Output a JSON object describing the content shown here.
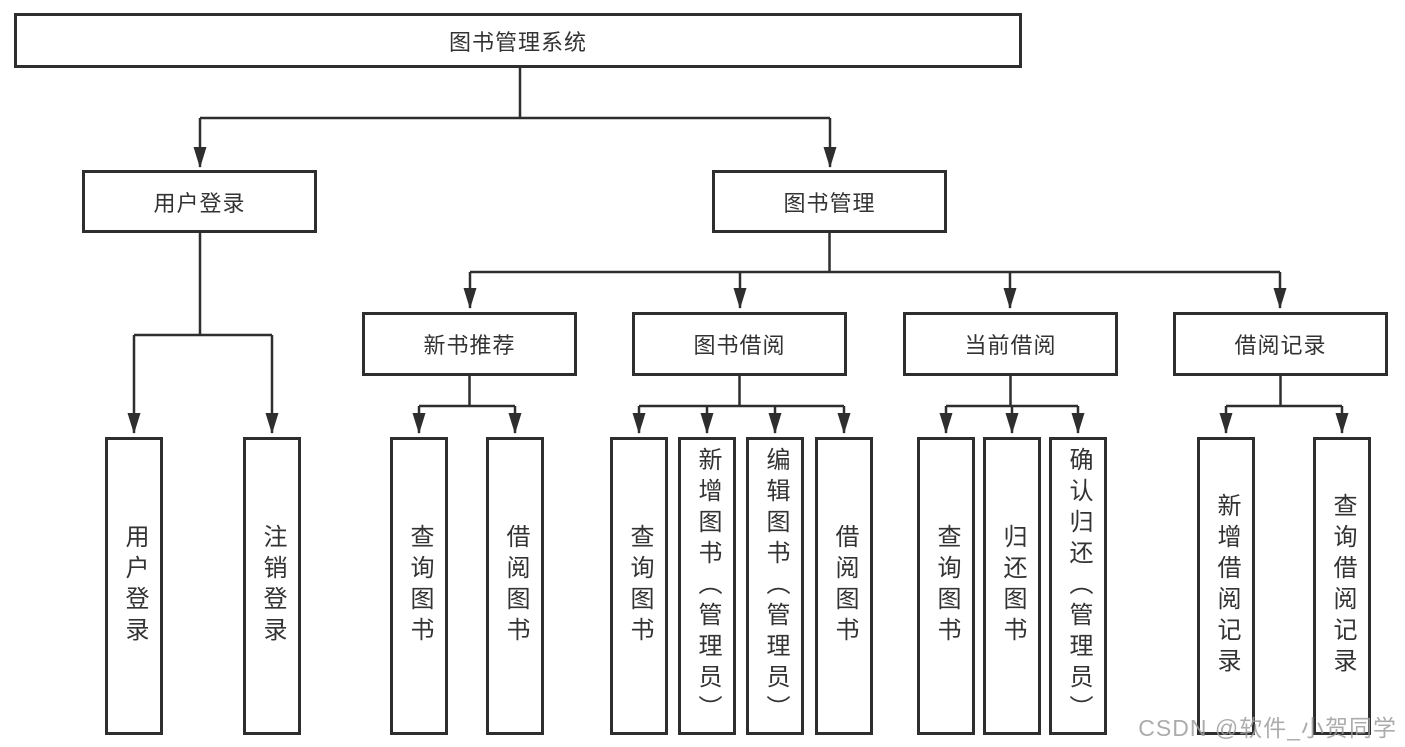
{
  "tree": {
    "root": "图书管理系统",
    "children": [
      {
        "label": "用户登录",
        "children": [
          {
            "label": "用户登录"
          },
          {
            "label": "注销登录"
          }
        ]
      },
      {
        "label": "图书管理",
        "children": [
          {
            "label": "新书推荐",
            "children": [
              {
                "label": "查询图书"
              },
              {
                "label": "借阅图书"
              }
            ]
          },
          {
            "label": "图书借阅",
            "children": [
              {
                "label": "查询图书"
              },
              {
                "label": "新增图书（管理员）"
              },
              {
                "label": "编辑图书（管理员）"
              },
              {
                "label": "借阅图书"
              }
            ]
          },
          {
            "label": "当前借阅",
            "children": [
              {
                "label": "查询图书"
              },
              {
                "label": "归还图书"
              },
              {
                "label": "确认归还（管理员）"
              }
            ]
          },
          {
            "label": "借阅记录",
            "children": [
              {
                "label": "新增借阅记录"
              },
              {
                "label": "查询借阅记录"
              }
            ]
          }
        ]
      }
    ]
  },
  "watermark": {
    "text": "CSDN @软件_小贺同学"
  },
  "colors": {
    "line": "#2e2e2e",
    "box_border": "#2e2e2e",
    "text": "#333333",
    "watermark": "#9e9e9e",
    "background": "#ffffff"
  }
}
